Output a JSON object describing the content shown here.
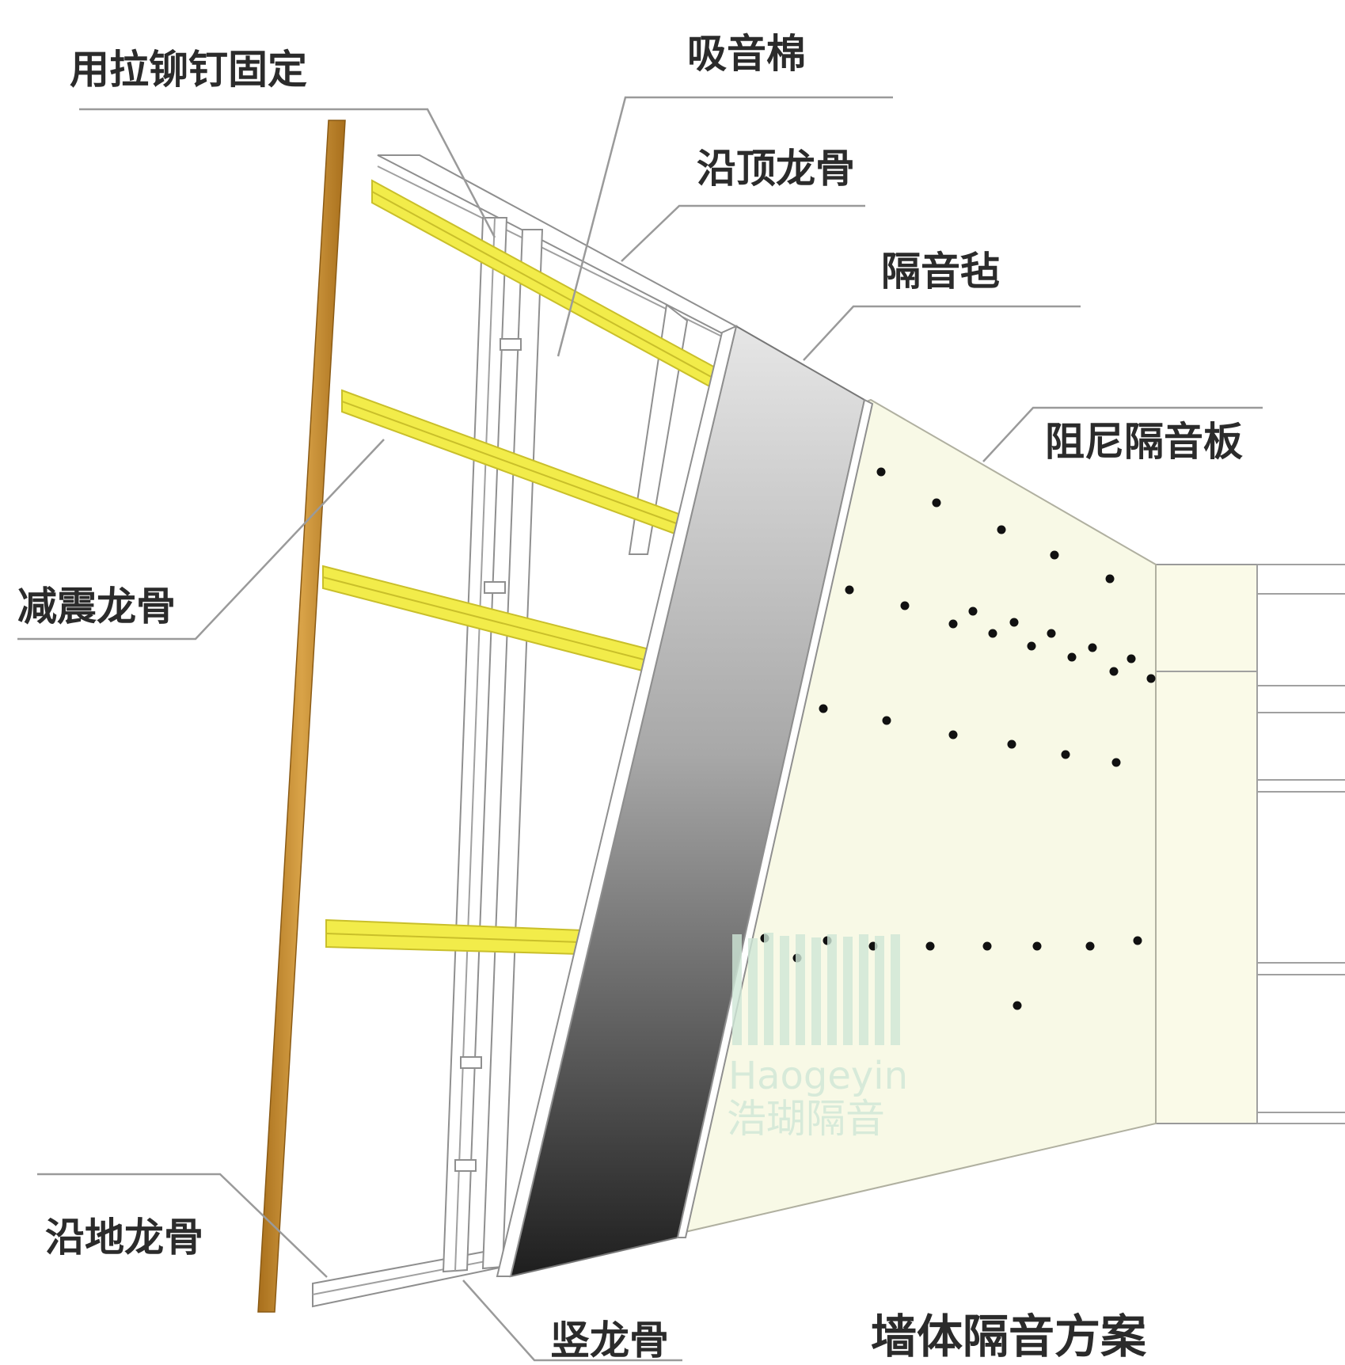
{
  "labels": {
    "rivet": "用拉铆钉固定",
    "sound_cotton": "吸音棉",
    "top_keel": "沿顶龙骨",
    "sound_felt": "隔音毡",
    "damping_board": "阻尼隔音板",
    "shock_keel": "减震龙骨",
    "floor_keel": "沿地龙骨",
    "vertical_keel": "竖龙骨",
    "title": "墙体隔音方案"
  },
  "watermark": {
    "latin": "Haogeyin",
    "cn": "浩瑚隔音"
  },
  "colors": {
    "rivet_rod": "#c8912f",
    "shock_keel": "#f2ec4a",
    "felt_dark": "#2b2b2b",
    "felt_light": "#e2e2e2",
    "board": "#f8f9e6",
    "watermark": "#cfe7d7"
  },
  "icons": {
    "watermark_logo": "equalizer-bars-icon"
  }
}
